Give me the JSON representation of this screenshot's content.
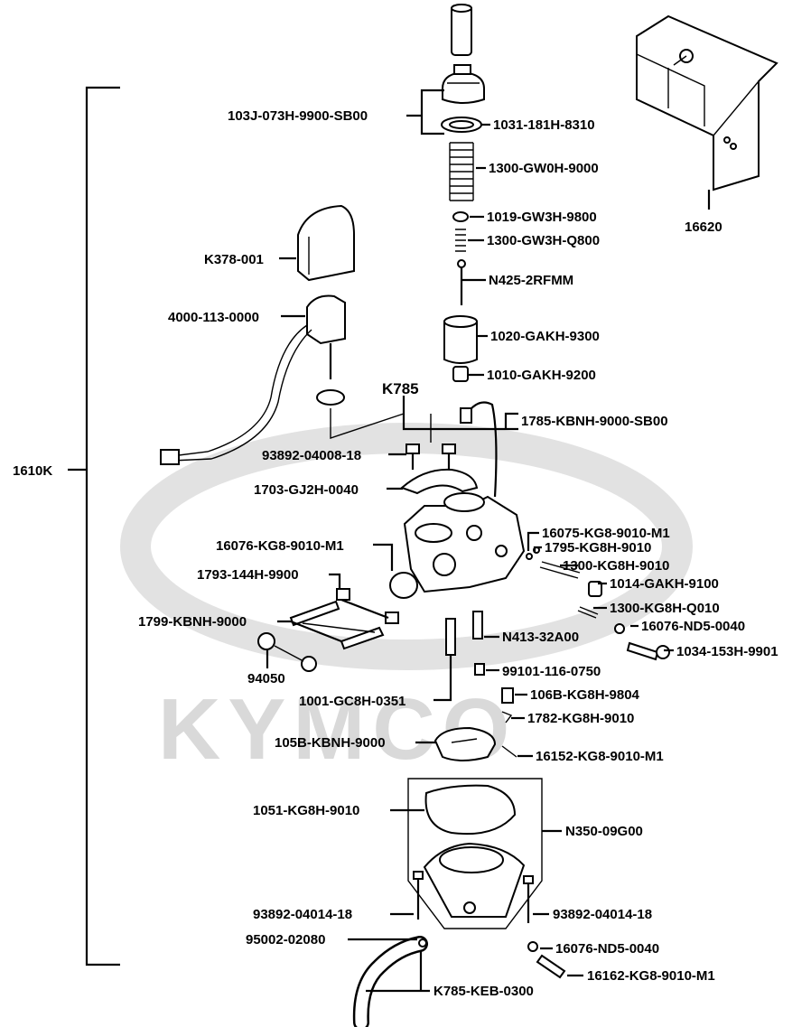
{
  "watermark": {
    "brand": "KYMCO"
  },
  "bracket": {
    "label": "1610K"
  },
  "callouts": {
    "p_103j": "103J-073H-9900-SB00",
    "p_1031": "1031-181H-8310",
    "p_1300gw0h": "1300-GW0H-9000",
    "p_16620": "16620",
    "p_1019": "1019-GW3H-9800",
    "p_1300gw3h": "1300-GW3H-Q800",
    "p_k378": "K378-001",
    "p_n425": "N425-2RFMM",
    "p_4000": "4000-113-0000",
    "p_1020": "1020-GAKH-9300",
    "p_1010": "1010-GAKH-9200",
    "p_k785": "K785",
    "p_1785": "1785-KBNH-9000-SB00",
    "p_93892a": "93892-04008-18",
    "p_1703": "1703-GJ2H-0040",
    "p_16075": "16075-KG8-9010-M1",
    "p_16076a": "16076-KG8-9010-M1",
    "p_1795": "1795-KG8H-9010",
    "p_1300kg8h9010": "1300-KG8H-9010",
    "p_1793": "1793-144H-9900",
    "p_1014": "1014-GAKH-9100",
    "p_1300q010": "1300-KG8H-Q010",
    "p_1799": "1799-KBNH-9000",
    "p_16076nd5a": "16076-ND5-0040",
    "p_n413": "N413-32A00",
    "p_1034": "1034-153H-9901",
    "p_94050": "94050",
    "p_99101": "99101-116-0750",
    "p_1001": "1001-GC8H-0351",
    "p_106b": "106B-KG8H-9804",
    "p_1782": "1782-KG8H-9010",
    "p_105b": "105B-KBNH-9000",
    "p_16152": "16152-KG8-9010-M1",
    "p_1051": "1051-KG8H-9010",
    "p_n350": "N350-09G00",
    "p_93892b": "93892-04014-18",
    "p_93892c": "93892-04014-18",
    "p_95002": "95002-02080",
    "p_16076nd5b": "16076-ND5-0040",
    "p_16162": "16162-KG8-9010-M1",
    "p_k785keb": "K785-KEB-0300"
  }
}
